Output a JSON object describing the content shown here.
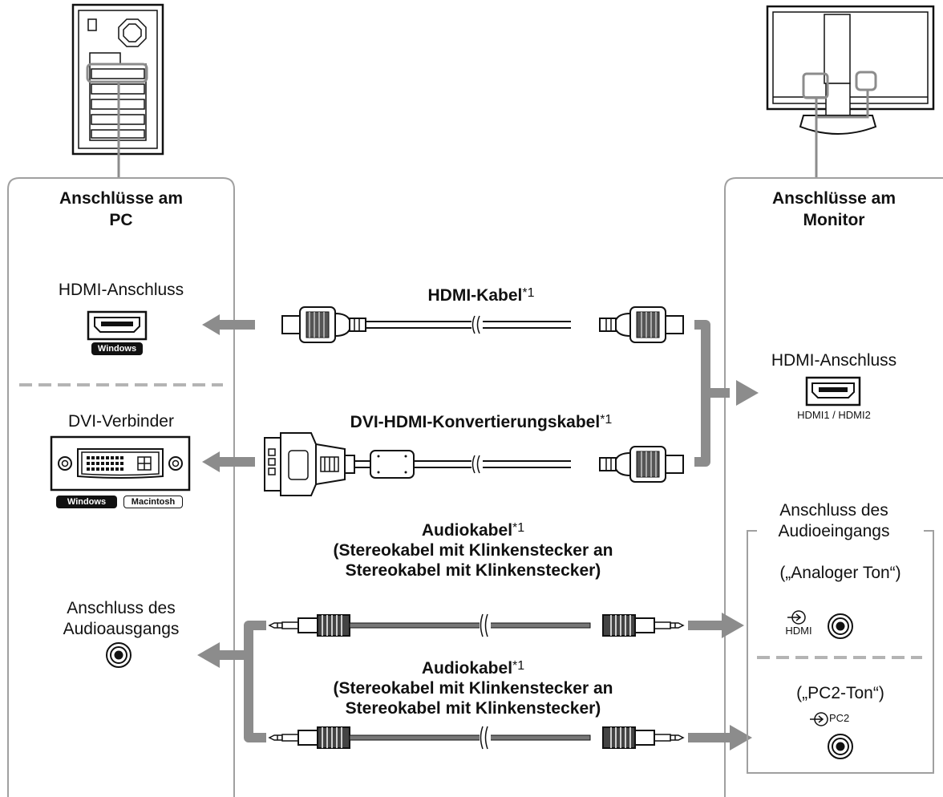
{
  "pc_panel": {
    "title_line1": "Anschlüsse am",
    "title_line2": "PC",
    "hdmi_label": "HDMI-Anschluss",
    "dvi_label": "DVI-Verbinder",
    "audio_line1": "Anschluss des",
    "audio_line2": "Audioausgangs",
    "badge_windows": "Windows",
    "badge_macintosh": "Macintosh"
  },
  "monitor_panel": {
    "title_line1": "Anschlüsse am",
    "title_line2": "Monitor",
    "hdmi_label": "HDMI-Anschluss",
    "hdmi_port_caption": "HDMI1 / HDMI2",
    "audio_line1": "Anschluss des",
    "audio_line2": "Audioeingangs",
    "analog_label": "(„Analoger Ton“)",
    "hdmi_small": "HDMI",
    "pc2_label": "(„PC2-Ton“)",
    "pc2_small": "PC2"
  },
  "cables": {
    "hdmi": "HDMI-Kabel",
    "dvi_hdmi": "DVI-HDMI-Konvertierungskabel",
    "footnote": "*1",
    "audio1_line1": "Audiokabel",
    "audio1_line2": "(Stereokabel mit Klinkenstecker an",
    "audio1_line3": "Stereokabel mit Klinkenstecker)",
    "audio2_line1": "Audiokabel",
    "audio2_line2": "(Stereokabel mit Klinkenstecker an",
    "audio2_line3": "Stereokabel mit Klinkenstecker)"
  },
  "colors": {
    "panel_border": "#a0a0a0",
    "arrow": "#8c8c8c",
    "dashed": "#b4b4b4",
    "ink": "#111111"
  }
}
